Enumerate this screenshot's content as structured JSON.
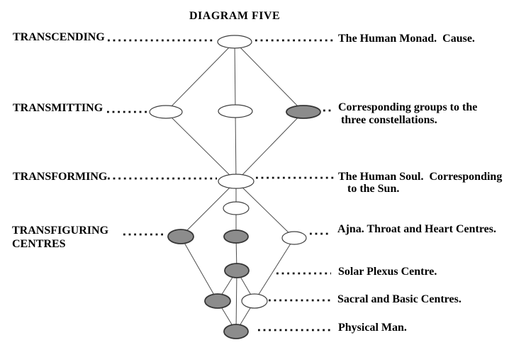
{
  "title": "DIAGRAM FIVE",
  "colors": {
    "shaded_node": "#8c8c8c",
    "unshaded_node": "#ffffff",
    "connector": "#4d4d4d",
    "leader_dots": "#111111",
    "text": "#000000",
    "background": "#ffffff"
  },
  "left_labels": {
    "transcending": "TRANSCENDING",
    "transmitting": "TRANSMITTING",
    "transforming": "TRANSFORMING",
    "transfiguring_line1": "TRANSFIGURING",
    "transfiguring_line2": "CENTRES"
  },
  "right_labels": {
    "monad": "The Human Monad.  Cause.",
    "groups_line1": "Corresponding groups to the",
    "groups_line2": "three constellations.",
    "soul_line1": "The Human Soul.  Corresponding",
    "soul_line2": "to the Sun.",
    "ajna": "Ajna. Throat and Heart Centres.",
    "solar_plexus": "Solar Plexus Centre.",
    "sacral_basic": "Sacral and Basic Centres.",
    "physical_man": "Physical Man."
  },
  "nodes": [
    {
      "id": "human-monad",
      "shaded": false
    },
    {
      "id": "transmitting-left",
      "shaded": false
    },
    {
      "id": "transmitting-middle",
      "shaded": false
    },
    {
      "id": "transmitting-right",
      "shaded": true
    },
    {
      "id": "human-soul",
      "shaded": false
    },
    {
      "id": "intermediate-small",
      "shaded": false
    },
    {
      "id": "transfiguring-left",
      "shaded": true
    },
    {
      "id": "transfiguring-middle",
      "shaded": true
    },
    {
      "id": "transfiguring-right",
      "shaded": false
    },
    {
      "id": "solar-plexus",
      "shaded": true
    },
    {
      "id": "sacral",
      "shaded": true
    },
    {
      "id": "basic",
      "shaded": false
    },
    {
      "id": "physical-man",
      "shaded": true
    }
  ]
}
